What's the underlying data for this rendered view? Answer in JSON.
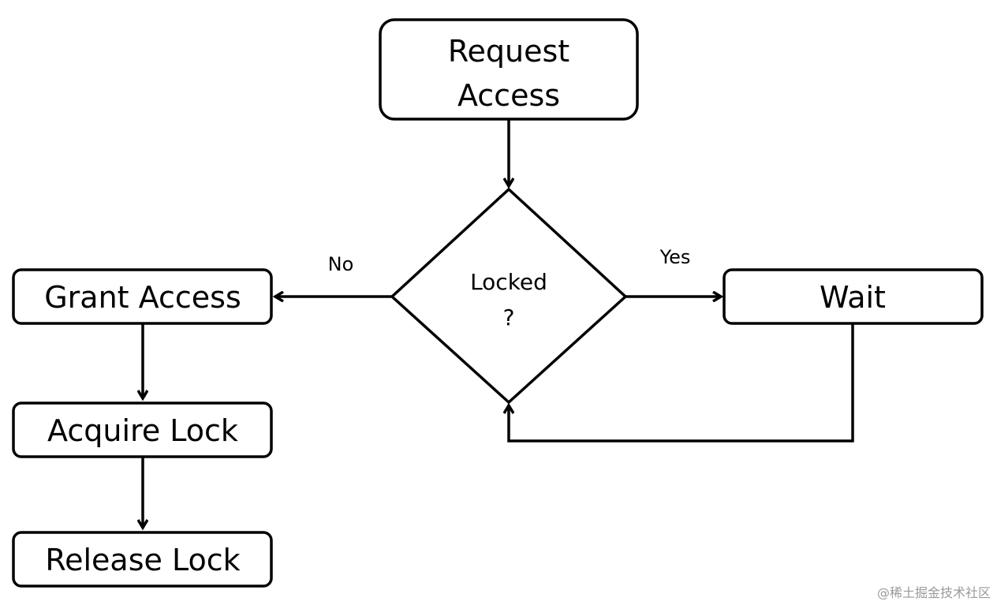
{
  "nodes": {
    "request_access": {
      "line1": "Request",
      "line2": "Access"
    },
    "decision": {
      "line1": "Locked",
      "line2": "?"
    },
    "grant_access": {
      "label": "Grant Access"
    },
    "wait": {
      "label": "Wait"
    },
    "acquire_lock": {
      "label": "Acquire Lock"
    },
    "release_lock": {
      "label": "Release Lock"
    }
  },
  "edges": {
    "no_label": "No",
    "yes_label": "Yes"
  },
  "watermark": "@稀土掘金技术社区",
  "colors": {
    "stroke": "#000000",
    "background": "#ffffff",
    "watermark": "#9a9a9a"
  }
}
